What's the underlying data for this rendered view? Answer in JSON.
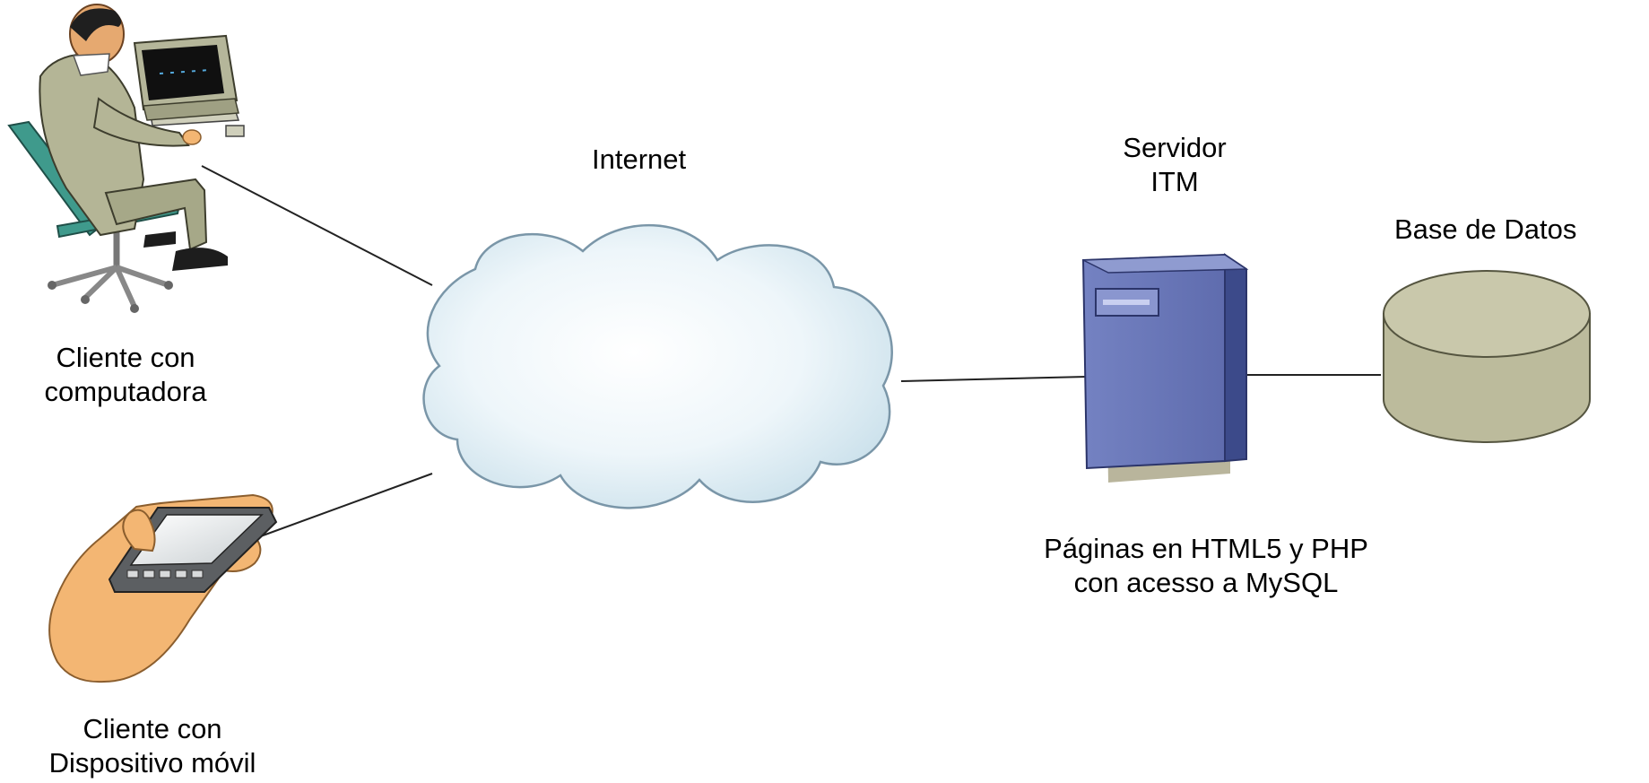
{
  "labels": {
    "internet": "Internet",
    "server_line1": "Servidor",
    "server_line2": "ITM",
    "database": "Base de Datos",
    "client_pc_line1": "Cliente con",
    "client_pc_line2": "computadora",
    "client_mobile_line1": "Cliente con",
    "client_mobile_line2": "Dispositivo móvil",
    "server_desc_line1": "Páginas en HTML5 y PHP",
    "server_desc_line2": "con acesso a MySQL"
  },
  "colors": {
    "cloud_fill": "#dfeef5",
    "cloud_stroke": "#7a96a8",
    "server_front": "#6a78b8",
    "server_side": "#3c4a8a",
    "server_top": "#8f9bd0",
    "server_shadow": "#b9b59c",
    "database_fill": "#bcbb9c",
    "database_top": "#c9c8ab",
    "database_stroke": "#555540",
    "skin": "#f3b673",
    "suit": "#b4b596",
    "chair": "#3f9a8c",
    "line": "#222222"
  },
  "icons": [
    "person-at-computer-icon",
    "hand-with-mobile-device-icon",
    "cloud-icon",
    "server-tower-icon",
    "database-cylinder-icon"
  ]
}
